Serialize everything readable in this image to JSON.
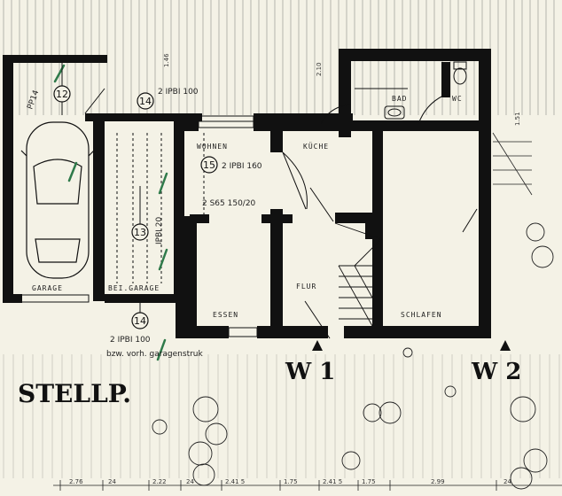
{
  "rooms": {
    "garage": "GARAGE",
    "bei_garage": "BEI.GARAGE",
    "wohnen": "WOHNEN",
    "kueche": "KÜCHE",
    "bad": "BAD",
    "wc": "WC",
    "essen": "ESSEN",
    "flur": "FLUR",
    "schlafen": "SCHLAFEN"
  },
  "markers": {
    "m12": "12",
    "m14_top": "14",
    "m15": "15",
    "m13": "13",
    "m14_bottom": "14"
  },
  "annotations": {
    "a12": "PP14",
    "a14_top": "2 IPBI 100",
    "a15": "2 IPBI 160",
    "a13": "IPBI 20",
    "a14_bottom": "2 IPBI 100",
    "note_bottom": "bzw. vorh. garagenstruk",
    "small_beam": "2 S65 150/20"
  },
  "labels": {
    "stellplatz": "STELLP.",
    "w1": "W 1",
    "w2": "W 2"
  },
  "dimensions": {
    "d1": "2.76",
    "d2": "24",
    "d3": "2.22",
    "d4": "24",
    "d5": "2.41 5",
    "d6": "1.75",
    "d7": "2.41 5",
    "d8": "1.75",
    "d9": "2.99",
    "d10": "24",
    "d_top1": "1.46",
    "d_top2": "2.10",
    "d_right": "1.51"
  }
}
